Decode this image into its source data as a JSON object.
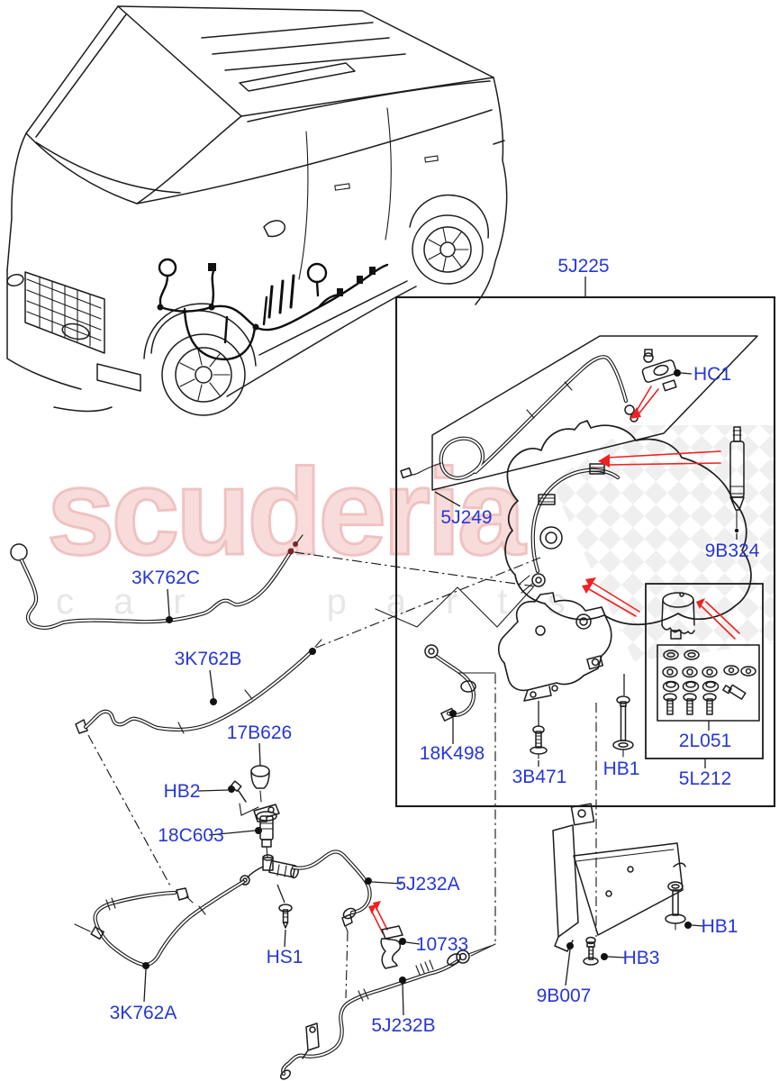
{
  "watermark": {
    "brand": "scuderia",
    "sub": "car parts",
    "brand_color": "#f8dcdc",
    "sub_color": "#e7e7e7"
  },
  "diagram": {
    "label_color": "#2637d6",
    "arrow_color": "#ee2222",
    "line_color": "#1c1c1c"
  },
  "labels": [
    {
      "id": "5J225",
      "text": "5J225"
    },
    {
      "id": "HC1",
      "text": "HC1"
    },
    {
      "id": "5J249",
      "text": "5J249"
    },
    {
      "id": "9B324",
      "text": "9B324"
    },
    {
      "id": "3K762C",
      "text": "3K762C"
    },
    {
      "id": "3K762B",
      "text": "3K762B"
    },
    {
      "id": "17B626",
      "text": "17B626"
    },
    {
      "id": "HB2",
      "text": "HB2"
    },
    {
      "id": "18C603",
      "text": "18C603"
    },
    {
      "id": "18K498",
      "text": "18K498"
    },
    {
      "id": "3B471",
      "text": "3B471"
    },
    {
      "id": "HB1-upper",
      "text": "HB1"
    },
    {
      "id": "2L051",
      "text": "2L051"
    },
    {
      "id": "5L212",
      "text": "5L212"
    },
    {
      "id": "5J232A",
      "text": "5J232A"
    },
    {
      "id": "10733",
      "text": "10733"
    },
    {
      "id": "HS1",
      "text": "HS1"
    },
    {
      "id": "3K762A",
      "text": "3K762A"
    },
    {
      "id": "5J232B",
      "text": "5J232B"
    },
    {
      "id": "9B007",
      "text": "9B007"
    },
    {
      "id": "HB3",
      "text": "HB3"
    },
    {
      "id": "HB1-lower",
      "text": "HB1"
    }
  ]
}
